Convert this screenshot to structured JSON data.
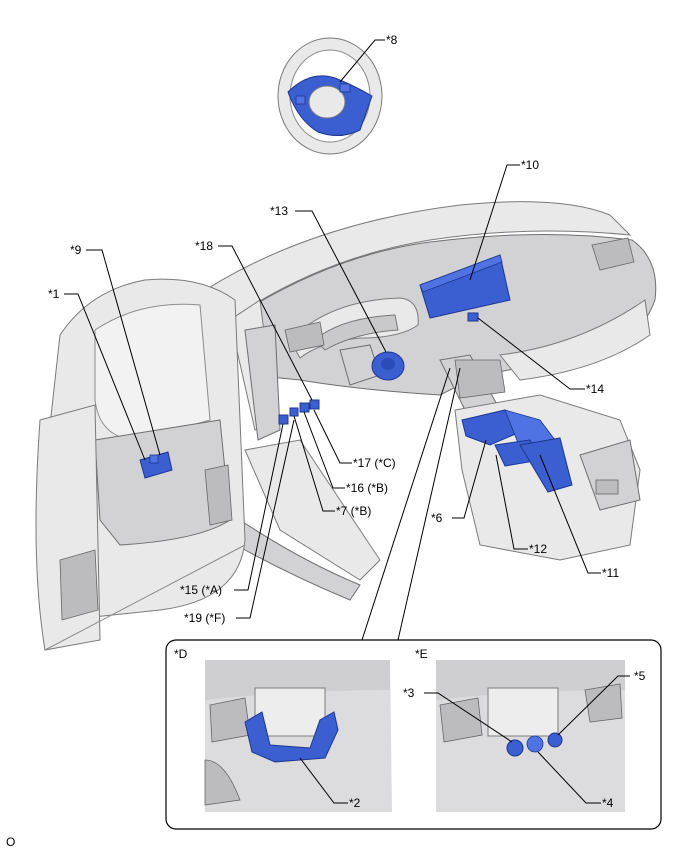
{
  "callouts": {
    "c1": "*1",
    "c2": "*2",
    "c3": "*3",
    "c4": "*4",
    "c5": "*5",
    "c6": "*6",
    "c7": "*7 (*B)",
    "c8": "*8",
    "c9": "*9",
    "c10": "*10",
    "c11": "*11",
    "c12": "*12",
    "c13": "*13",
    "c14": "*14",
    "c15": "*15 (*A)",
    "c16": "*16 (*B)",
    "c17": "*17 (*C)",
    "c18": "*18",
    "c19": "*19 (*F)"
  },
  "insets": {
    "d_label": "*D",
    "e_label": "*E"
  },
  "footer_code": "O",
  "colors": {
    "part_highlight": "#3b5fd1",
    "vehicle_body": "#d2d2d4",
    "background": "#ffffff"
  }
}
